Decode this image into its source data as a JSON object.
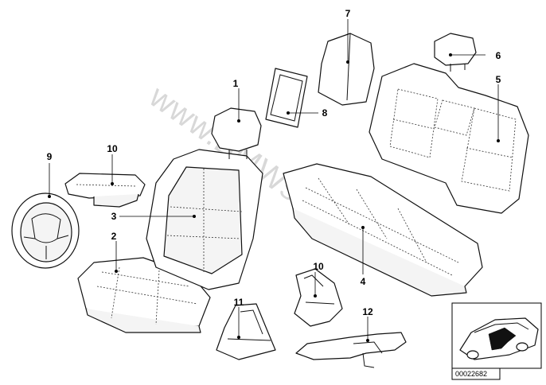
{
  "watermark": "www.BMWstore.pl",
  "document_number": "00022682",
  "callouts": [
    {
      "id": "c1",
      "label": "1"
    },
    {
      "id": "c2",
      "label": "2"
    },
    {
      "id": "c3",
      "label": "3"
    },
    {
      "id": "c4",
      "label": "4"
    },
    {
      "id": "c5",
      "label": "5"
    },
    {
      "id": "c6",
      "label": "6"
    },
    {
      "id": "c7",
      "label": "7"
    },
    {
      "id": "c8",
      "label": "8"
    },
    {
      "id": "c9",
      "label": "9"
    },
    {
      "id": "c10a",
      "label": "10"
    },
    {
      "id": "c10b",
      "label": "10"
    },
    {
      "id": "c11",
      "label": "11"
    },
    {
      "id": "c12",
      "label": "12"
    }
  ],
  "colors": {
    "line": "#111111",
    "watermark": "#d8d8d8",
    "background": "#ffffff"
  }
}
